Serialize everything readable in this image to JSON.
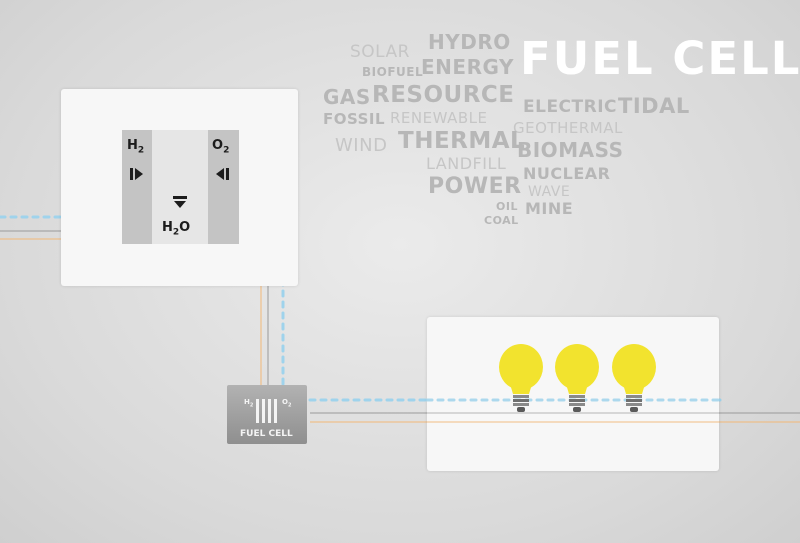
{
  "word_cloud": {
    "title": "FUEL CELL",
    "words": [
      "SOLAR",
      "HYDRO",
      "BIOFUEL",
      "ENERGY",
      "GAS",
      "RESOURCE",
      "FOSSIL",
      "RENEWABLE",
      "ELECTRIC",
      "TIDAL",
      "GEOTHERMAL",
      "WIND",
      "THERMAL",
      "BIOMASS",
      "LANDFILL",
      "POWER",
      "NUCLEAR",
      "WAVE",
      "OIL",
      "MINE",
      "COAL"
    ]
  },
  "cell_diagram": {
    "input_left": {
      "symbol": "H",
      "subscript": "2"
    },
    "input_right": {
      "symbol": "O",
      "subscript": "2"
    },
    "output": {
      "symbol_h": "H",
      "subscript": "2",
      "symbol_o": "O"
    }
  },
  "fuel_cell_unit": {
    "label": "FUEL CELL",
    "left_symbol": "H",
    "left_subscript": "2",
    "right_symbol": "O",
    "right_subscript": "2"
  },
  "lamps": {
    "count": 3,
    "color": "#f2e32e"
  },
  "colors": {
    "title": "#ffffff",
    "words": "#b7b7b7",
    "dotted_line": "#9fd3ec",
    "wire_grey": "#9a9a9a",
    "wire_orange": "#f2b877"
  }
}
